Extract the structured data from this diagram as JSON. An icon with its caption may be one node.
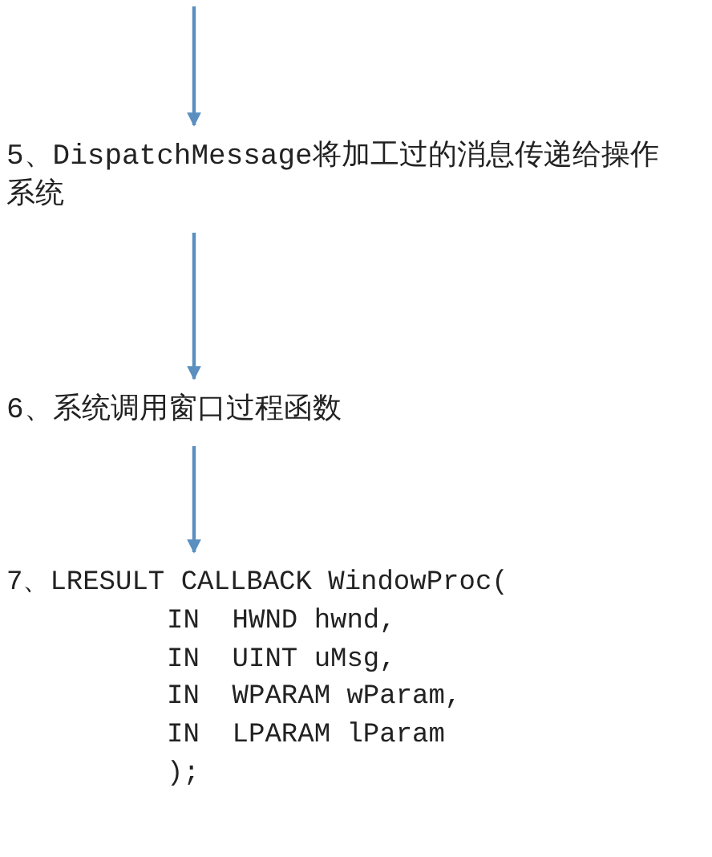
{
  "diagram": {
    "nodes": [
      {
        "text": [
          "5、DispatchMessage将加工过的消息传递给操作系统"
        ]
      },
      {
        "text": [
          "6、系统调用窗口过程函数"
        ]
      },
      {
        "text": [
          "7、LRESULT CALLBACK WindowProc(",
          "IN  HWND hwnd,",
          "IN  UINT uMsg,",
          "IN  WPARAM wParam,",
          "IN  LPARAM lParam",
          ");"
        ]
      }
    ],
    "edges": [
      {
        "from": null,
        "to": 0,
        "arrow": "to"
      },
      {
        "from": 0,
        "to": 1,
        "arrow": "to"
      },
      {
        "from": 1,
        "to": 2,
        "arrow": "to"
      }
    ]
  }
}
